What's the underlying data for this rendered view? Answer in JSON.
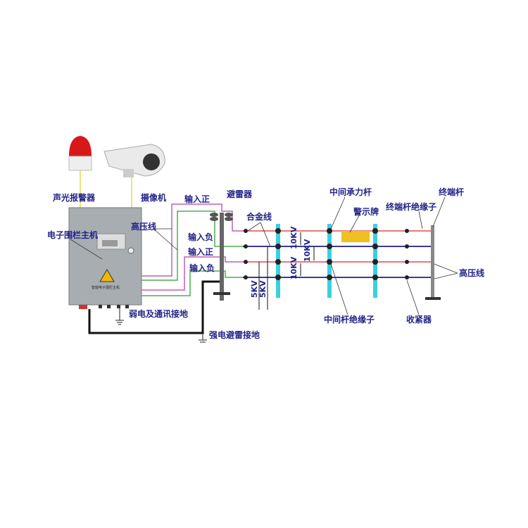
{
  "labels": {
    "alarm": "声光报警器",
    "camera": "摄像机",
    "host": "电子围栏主机",
    "hv_left": "高压线",
    "in_pos_1": "输入正",
    "in_neg_1": "输入负",
    "in_pos_2": "输入正",
    "in_neg_2": "输入负",
    "arrester": "避雷器",
    "alloy_wire": "合金线",
    "middle_load_post": "中间承力杆",
    "warning_sign": "警示牌",
    "terminal_post": "终端杆",
    "terminal_insulator": "终端杆绝缘子",
    "hv_right": "高压线",
    "middle_insulator": "中间杆绝缘子",
    "tensioner": "收紧器",
    "weak_ground": "弱电及通讯接地",
    "strong_ground": "强电避雷接地",
    "host_panel": "智能电子围栏主机",
    "kv_10a": "10KV",
    "kv_10b": "10KV",
    "kv_10c": "10KV",
    "kv_5a": "5KV",
    "kv_5b": "5KV"
  },
  "colors": {
    "positive": "#e87878",
    "negative": "#3a3a9a",
    "green": "#4caf50",
    "pink": "#c060b0",
    "post": "#3ad0e0"
  }
}
